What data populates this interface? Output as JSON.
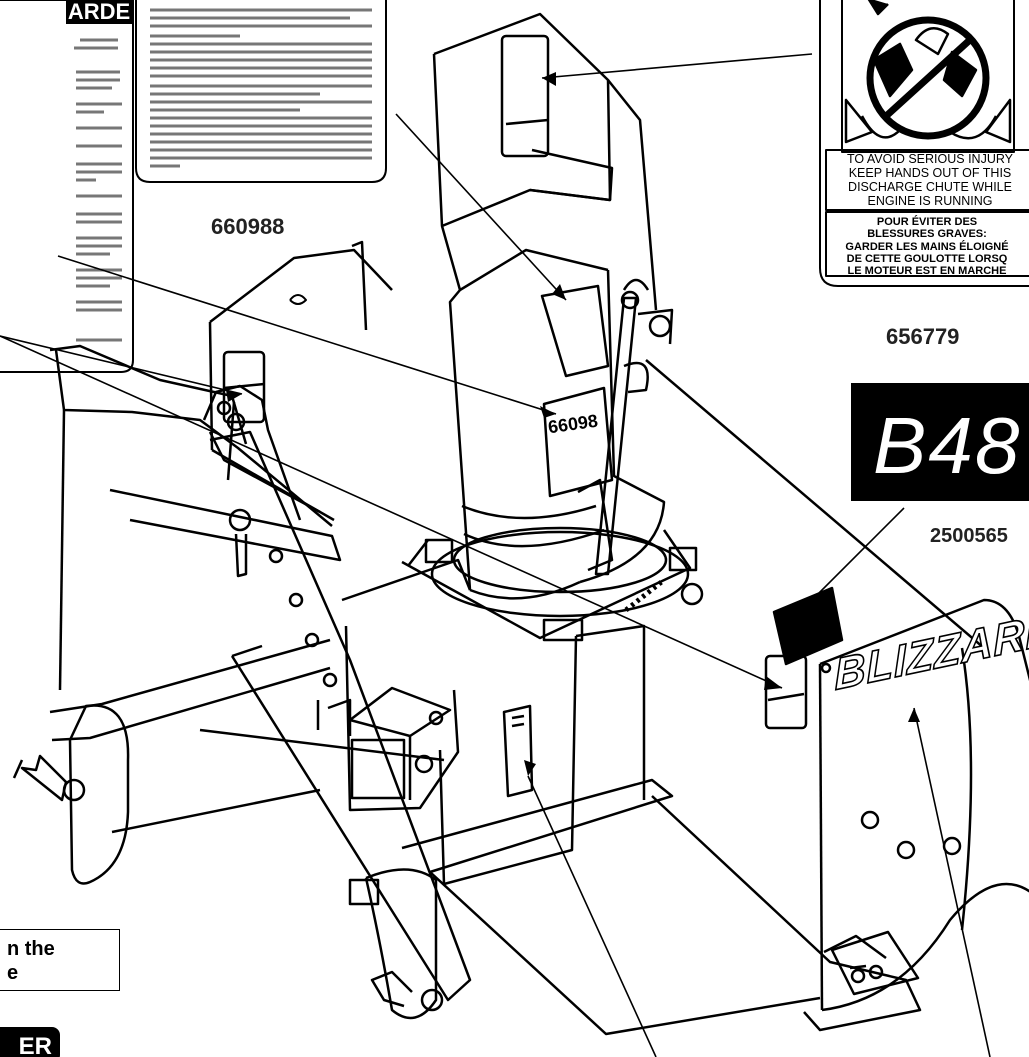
{
  "part_numbers": {
    "chute_decal": "660988",
    "safety_decal": "656779",
    "model_decal": "2500565"
  },
  "safety_decal": {
    "english_lines": [
      "TO AVOID SERIOUS INJURY",
      "KEEP HANDS OUT OF THIS",
      "DISCHARGE CHUTE WHILE",
      "ENGINE IS RUNNING"
    ],
    "french_lines": [
      "POUR ÉVITER DES",
      "BLESSURES GRAVES:",
      "GARDER LES MAINS ÉLOIGNÉ",
      "DE CETTE GOULOTTE LORSQ",
      "LE MOTEUR EST EN MARCHE"
    ]
  },
  "french_decal": {
    "header": "ARDE"
  },
  "model_decal": {
    "text": "B48"
  },
  "chute_label": {
    "text": "66098"
  },
  "brand_logo": {
    "text": "BLIZZARD"
  },
  "note_box": {
    "lines": [
      "n the",
      "e"
    ]
  },
  "corner_tag": {
    "text": "ER"
  }
}
